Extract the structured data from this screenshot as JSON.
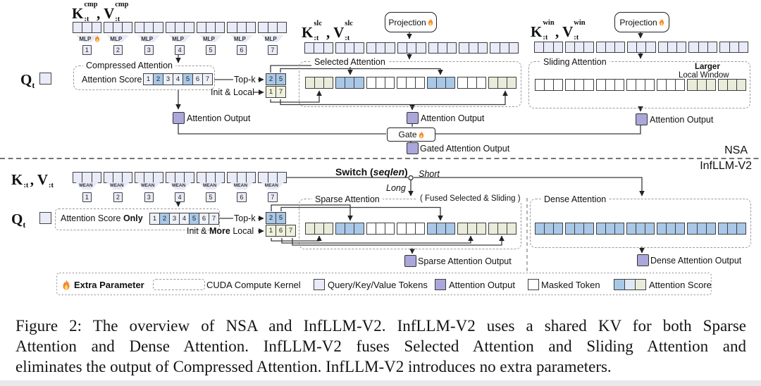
{
  "colors": {
    "lavender": "#e9ebf8",
    "blue": "#a9c8e8",
    "green": "#e9ecda",
    "white": "#ffffff",
    "pale": "#eef1f9",
    "purple": "#aba7da",
    "palegreen": "#eff1dc",
    "midblue": "#dfe9f6"
  },
  "math": {
    "kv_cmp": {
      "k": "K",
      "v": "V",
      "sup": "cmp",
      "sub": ":t"
    },
    "kv_slc": {
      "k": "K",
      "v": "V",
      "sup": "slc",
      "sub": ":t"
    },
    "kv_win": {
      "k": "K",
      "v": "V",
      "sup": "win",
      "sub": ":t"
    },
    "kv_plain": {
      "k": "K",
      "v": "V",
      "sup": "",
      "sub": ":t"
    },
    "q": {
      "base": "Q",
      "sub": "t"
    }
  },
  "top": {
    "mlp_label": "MLP",
    "numbers": [
      "1",
      "2",
      "3",
      "4",
      "5",
      "6",
      "7"
    ],
    "compressed_title": "Compressed Attention",
    "attention_score_label": "Attention Score",
    "score_cells": [
      "1",
      "2",
      "3",
      "4",
      "5",
      "6",
      "7"
    ],
    "score_blue": [
      1,
      4
    ],
    "topk_label": "Top-k",
    "topk_boxes": [
      "2",
      "5"
    ],
    "init_label": "Init & Local",
    "init_boxes": [
      "1",
      "7"
    ],
    "selected_title": "Selected Attention",
    "projection_label": "Projection",
    "sliding_title": "Sliding Attention",
    "larger": "Larger",
    "local_window": "Local Window",
    "attention_output": "Attention Output",
    "gate_label": "Gate",
    "gated_output": "Gated Attention Output",
    "nsa": "NSA"
  },
  "bottom": {
    "infllm": "InfLLM-V2",
    "mean_label": "MEAN",
    "numbers": [
      "1",
      "2",
      "3",
      "4",
      "5",
      "6",
      "7"
    ],
    "score_only_pre": "Attention Score ",
    "score_only_bold": "Only",
    "score_cells": [
      "1",
      "2",
      "3",
      "4",
      "5",
      "6",
      "7"
    ],
    "score_blue": [
      1,
      4
    ],
    "topk_label": "Top-k",
    "topk_boxes": [
      "2",
      "5"
    ],
    "init_pre": "Init & ",
    "init_bold": "More",
    "init_post": " Local",
    "init_boxes": [
      "1",
      "6",
      "7"
    ],
    "switch_pre": "Switch (",
    "switch_italic": "seqlen",
    "switch_post": ")",
    "short_label": "Short",
    "long_label": "Long",
    "sparse_title": "Sparse Attention",
    "fused_label": "( Fused Selected & Sliding )",
    "sparse_output": "Sparse Attention Output",
    "dense_title": "Dense Attention",
    "dense_output": "Dense Attention Output"
  },
  "rows": {
    "cmp": [
      "lavender",
      "lavender",
      "lavender",
      "lavender",
      "lavender",
      "lavender",
      "lavender"
    ],
    "slc": [
      "lavender",
      "lavender",
      "lavender",
      "lavender",
      "lavender",
      "lavender",
      "lavender"
    ],
    "win": [
      "lavender",
      "lavender",
      "lavender",
      "lavender",
      "lavender",
      "lavender",
      "lavender"
    ],
    "kvt": [
      "lavender",
      "lavender",
      "lavender",
      "lavender",
      "lavender",
      "lavender",
      "lavender"
    ],
    "selected": [
      "green",
      "blue",
      "white",
      "white",
      "blue",
      "white",
      "green"
    ],
    "sliding": [
      "white",
      "white",
      "white",
      "white",
      "white",
      "green",
      "green"
    ],
    "sparse": [
      "green",
      "blue",
      "white",
      "white",
      "blue",
      "green",
      "green"
    ],
    "dense": [
      "blue",
      "blue",
      "blue",
      "blue",
      "blue",
      "blue",
      "blue"
    ]
  },
  "legend": {
    "items": [
      {
        "swatch": "flame",
        "label": "Extra Parameter"
      },
      {
        "swatch": "dashbox",
        "label": "CUDA Compute Kernel"
      },
      {
        "swatch": "token",
        "label": "Query/Key/Value Tokens"
      },
      {
        "swatch": "output",
        "label": "Attention Output"
      },
      {
        "swatch": "masked",
        "label": "Masked Token"
      },
      {
        "swatch": "score3",
        "label": "Attention Score"
      }
    ]
  },
  "caption": {
    "lines": [
      "Figure 2: The overview of NSA and InfLLM-V2. InfLLM-V2 uses a shared KV for both Sparse",
      "Attention and Dense Attention. InfLLM-V2 fuses Selected Attention and Sliding Attention and",
      "eliminates the output of Compressed Attention. InfLLM-V2 introduces no extra parameters."
    ]
  }
}
